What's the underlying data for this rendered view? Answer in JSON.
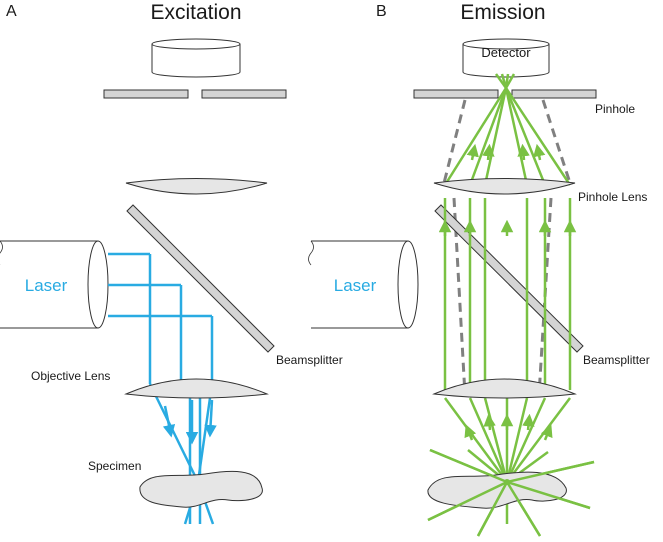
{
  "panels": {
    "excitation": {
      "letter": "A",
      "title": "Excitation",
      "laser_label": "Laser",
      "beamsplitter_label": "Beamsplitter",
      "objective_label": "Objective Lens",
      "specimen_label": "Specimen"
    },
    "emission": {
      "letter": "B",
      "title": "Emission",
      "detector_label": "Detector",
      "pinhole_label": "Pinhole",
      "pinhole_lens_label": "Pinhole Lens",
      "laser_label": "Laser",
      "beamsplitter_label": "Beamsplitter"
    }
  },
  "colors": {
    "excitation_light": "#29abe2",
    "emission_light": "#7ac143",
    "out_of_focus_light": "#808080",
    "optic_fill": "#e6e6e6",
    "outline": "#333333",
    "laser_text": "#29abe2"
  }
}
